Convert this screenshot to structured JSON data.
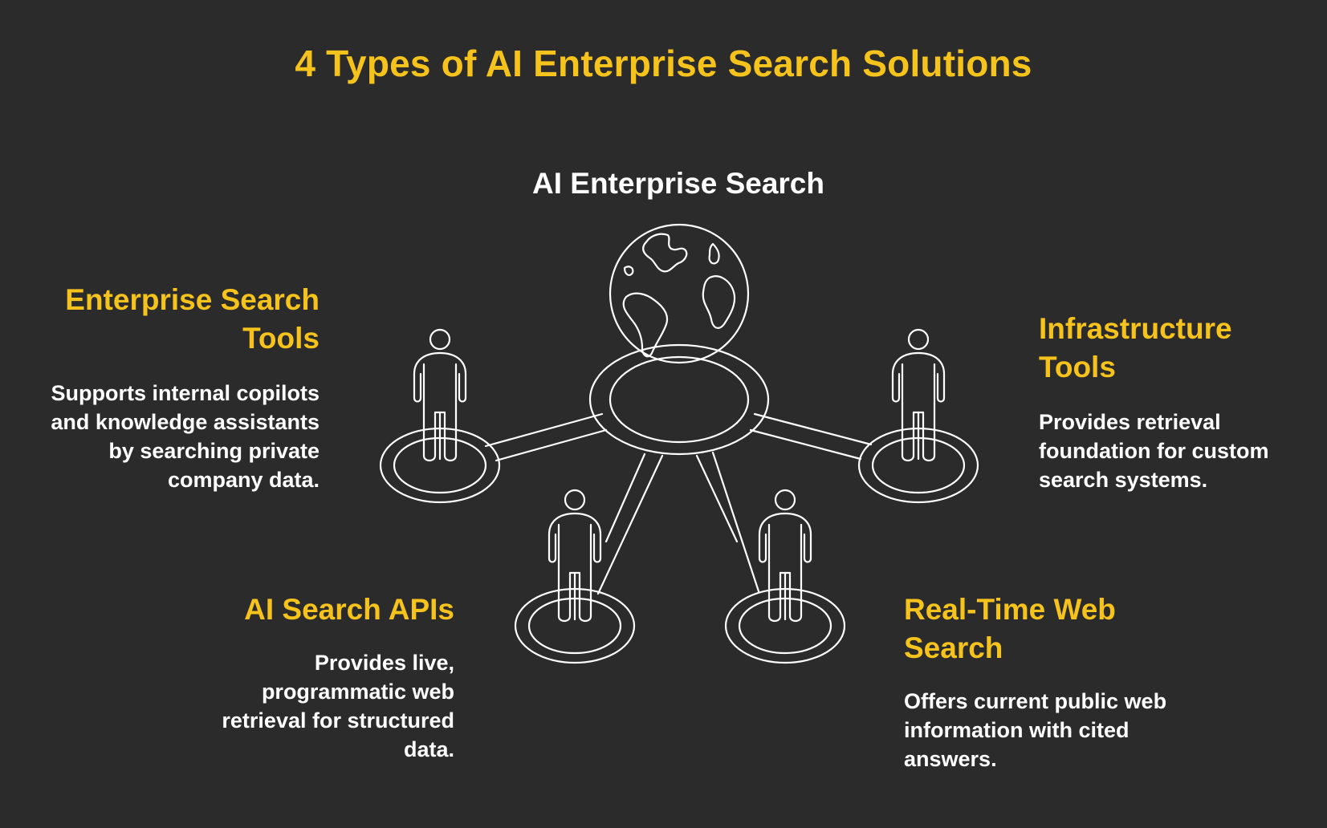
{
  "title": "4 Types of AI Enterprise Search Solutions",
  "center": {
    "label": "AI Enterprise Search",
    "icon": "globe-icon"
  },
  "categories": [
    {
      "heading": "Enterprise Search Tools",
      "description": "Supports internal copilots and knowledge assistants by searching private company data."
    },
    {
      "heading": "Infrastructure Tools",
      "description": "Provides retrieval foundation for custom search systems."
    },
    {
      "heading": "AI Search APIs",
      "description": "Provides live, programmatic web retrieval for structured data."
    },
    {
      "heading": "Real-Time Web Search",
      "description": "Offers current public web information with cited answers."
    }
  ],
  "colors": {
    "background": "#2b2b2b",
    "accent": "#f6c31c",
    "text": "#ffffff",
    "lines": "#ffffff"
  }
}
